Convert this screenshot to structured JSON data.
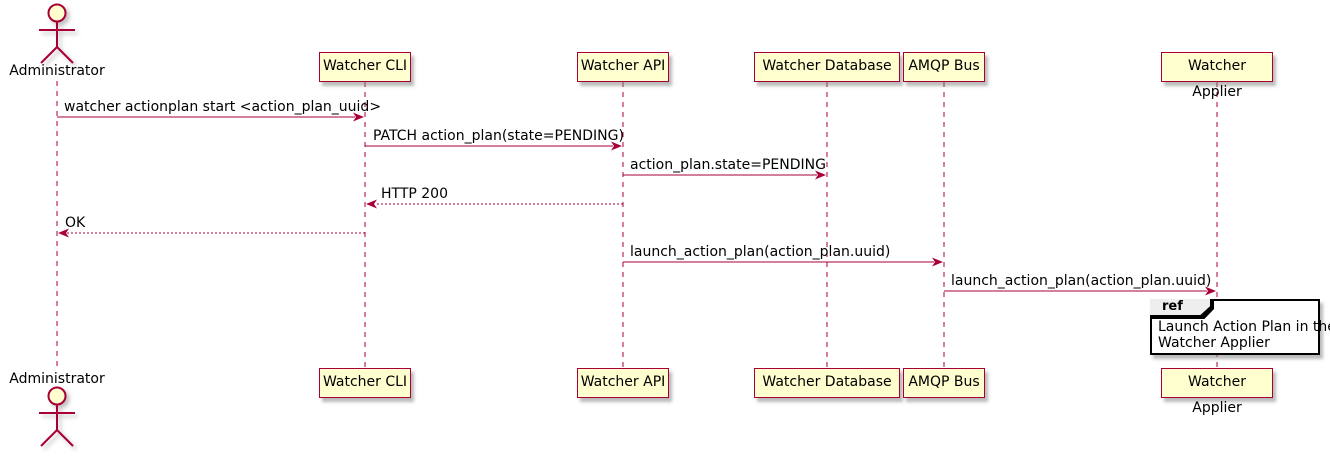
{
  "diagram": {
    "type": "sequence",
    "actor": {
      "label": "Administrator"
    },
    "participants": [
      {
        "label": "Watcher CLI"
      },
      {
        "label": "Watcher API"
      },
      {
        "label": "Watcher Database"
      },
      {
        "label": "AMQP Bus"
      },
      {
        "label": "Watcher Applier"
      }
    ],
    "messages": [
      {
        "from": "Administrator",
        "to": "Watcher CLI",
        "label": "watcher actionplan start <action_plan_uuid>",
        "line": "solid"
      },
      {
        "from": "Watcher CLI",
        "to": "Watcher API",
        "label": "PATCH action_plan(state=PENDING)",
        "line": "solid"
      },
      {
        "from": "Watcher API",
        "to": "Watcher Database",
        "label": "action_plan.state=PENDING",
        "line": "solid"
      },
      {
        "from": "Watcher API",
        "to": "Watcher CLI",
        "label": "HTTP 200",
        "line": "dashed"
      },
      {
        "from": "Watcher CLI",
        "to": "Administrator",
        "label": "OK",
        "line": "dashed"
      },
      {
        "from": "Watcher API",
        "to": "AMQP Bus",
        "label": "launch_action_plan(action_plan.uuid)",
        "line": "solid"
      },
      {
        "from": "AMQP Bus",
        "to": "Watcher Applier",
        "label": "launch_action_plan(action_plan.uuid)",
        "line": "solid"
      }
    ],
    "ref_box": {
      "keyword": "ref",
      "lines": [
        "Launch Action Plan in the",
        "Watcher Applier"
      ]
    },
    "colors": {
      "stroke": "#A80036",
      "participant_fill": "#FEFECE",
      "ref_header_fill": "#EEEEEE",
      "ref_border": "#000000",
      "text": "#000000"
    }
  }
}
